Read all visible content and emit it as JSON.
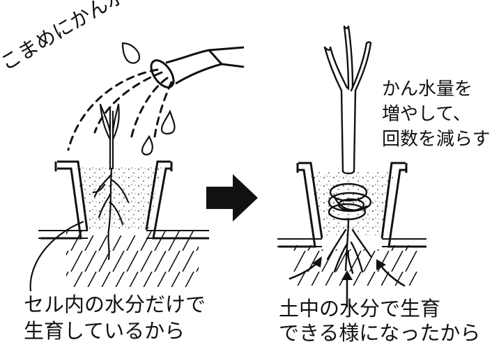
{
  "labels": {
    "watering_often": "こまめにかん水",
    "right_advice": [
      "かん水量を",
      "増やして、",
      "回数を減らす"
    ],
    "left_caption": [
      "セル内の水分だけで",
      "生育しているから"
    ],
    "right_caption": [
      "土中の水分で生育",
      "できる様になったから"
    ]
  },
  "colors": {
    "ink": "#111111",
    "background": "#ffffff"
  },
  "icons": {
    "transition": "right-arrow-icon",
    "watering": "watering-can-icon"
  }
}
